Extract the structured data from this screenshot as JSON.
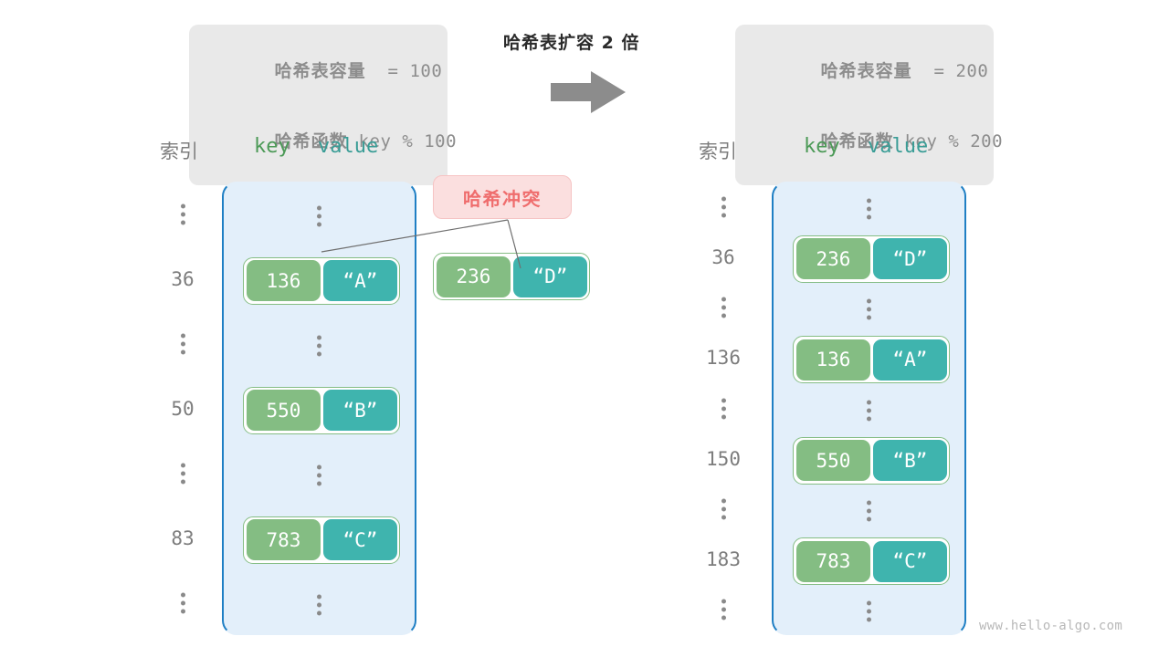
{
  "colors": {
    "key_cell": "#84bd83",
    "value_cell": "#3fb4ae",
    "bucket_fill": "#e3effa",
    "bucket_border": "#1f7fc4",
    "badge_bg": "#fbdfdf",
    "badge_text": "#ef6d6d",
    "info_box_bg": "#e9e9e9",
    "muted_text": "#7d7d7d",
    "arrow": "#8c8c8c"
  },
  "left_info": {
    "capacity_label": "哈希表容量",
    "capacity_eq": "=",
    "capacity_value": "100",
    "function_label": "哈希函数",
    "function_expr": "key % 100"
  },
  "right_info": {
    "capacity_label": "哈希表容量",
    "capacity_eq": "=",
    "capacity_value": "200",
    "function_label": "哈希函数",
    "function_expr": "key % 200"
  },
  "center": {
    "caption": "哈希表扩容 2 倍",
    "arrow_icon": "right-arrow-icon"
  },
  "headers": {
    "index": "索引",
    "key": "key",
    "value": "value"
  },
  "collision_badge": {
    "label": "哈希冲突"
  },
  "left_table": {
    "rows": [
      {
        "type": "dots",
        "index": "⋮"
      },
      {
        "type": "entry",
        "index": "36",
        "key": "136",
        "value": "“A”"
      },
      {
        "type": "dots",
        "index": "⋮"
      },
      {
        "type": "entry",
        "index": "50",
        "key": "550",
        "value": "“B”"
      },
      {
        "type": "dots",
        "index": "⋮"
      },
      {
        "type": "entry",
        "index": "83",
        "key": "783",
        "value": "“C”"
      },
      {
        "type": "dots",
        "index": "⋮"
      }
    ]
  },
  "overflow_entry": {
    "key": "236",
    "value": "“D”"
  },
  "right_table": {
    "rows": [
      {
        "type": "dots",
        "index": "⋮"
      },
      {
        "type": "entry",
        "index": "36",
        "key": "236",
        "value": "“D”"
      },
      {
        "type": "dots",
        "index": "⋮"
      },
      {
        "type": "entry",
        "index": "136",
        "key": "136",
        "value": "“A”"
      },
      {
        "type": "dots",
        "index": "⋮"
      },
      {
        "type": "entry",
        "index": "150",
        "key": "550",
        "value": "“B”"
      },
      {
        "type": "dots",
        "index": "⋮"
      },
      {
        "type": "entry",
        "index": "183",
        "key": "783",
        "value": "“C”"
      },
      {
        "type": "dots",
        "index": "⋮"
      }
    ]
  },
  "watermark": "www.hello-algo.com"
}
